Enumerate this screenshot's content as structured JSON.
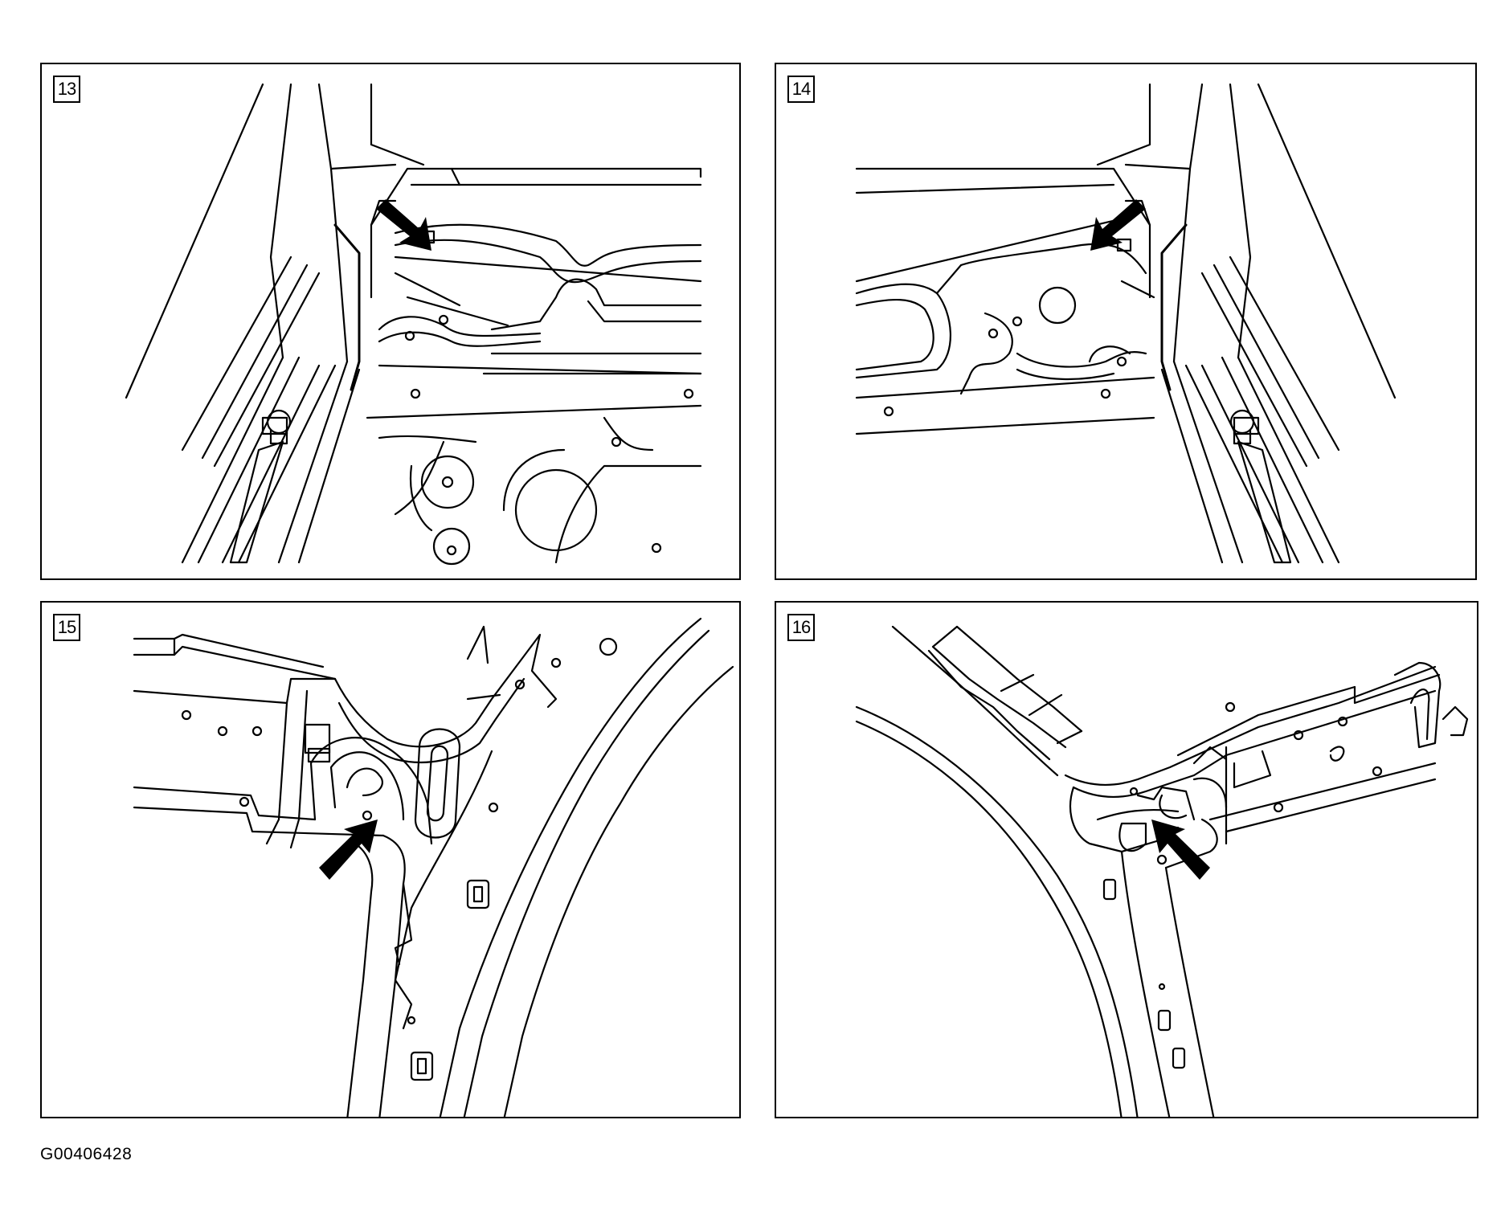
{
  "panels": [
    {
      "number": "13",
      "icon": "arrow-icon"
    },
    {
      "number": "14",
      "icon": "arrow-icon"
    },
    {
      "number": "15",
      "icon": "arrow-icon"
    },
    {
      "number": "16",
      "icon": "arrow-icon"
    }
  ],
  "figure_code": "G00406428"
}
